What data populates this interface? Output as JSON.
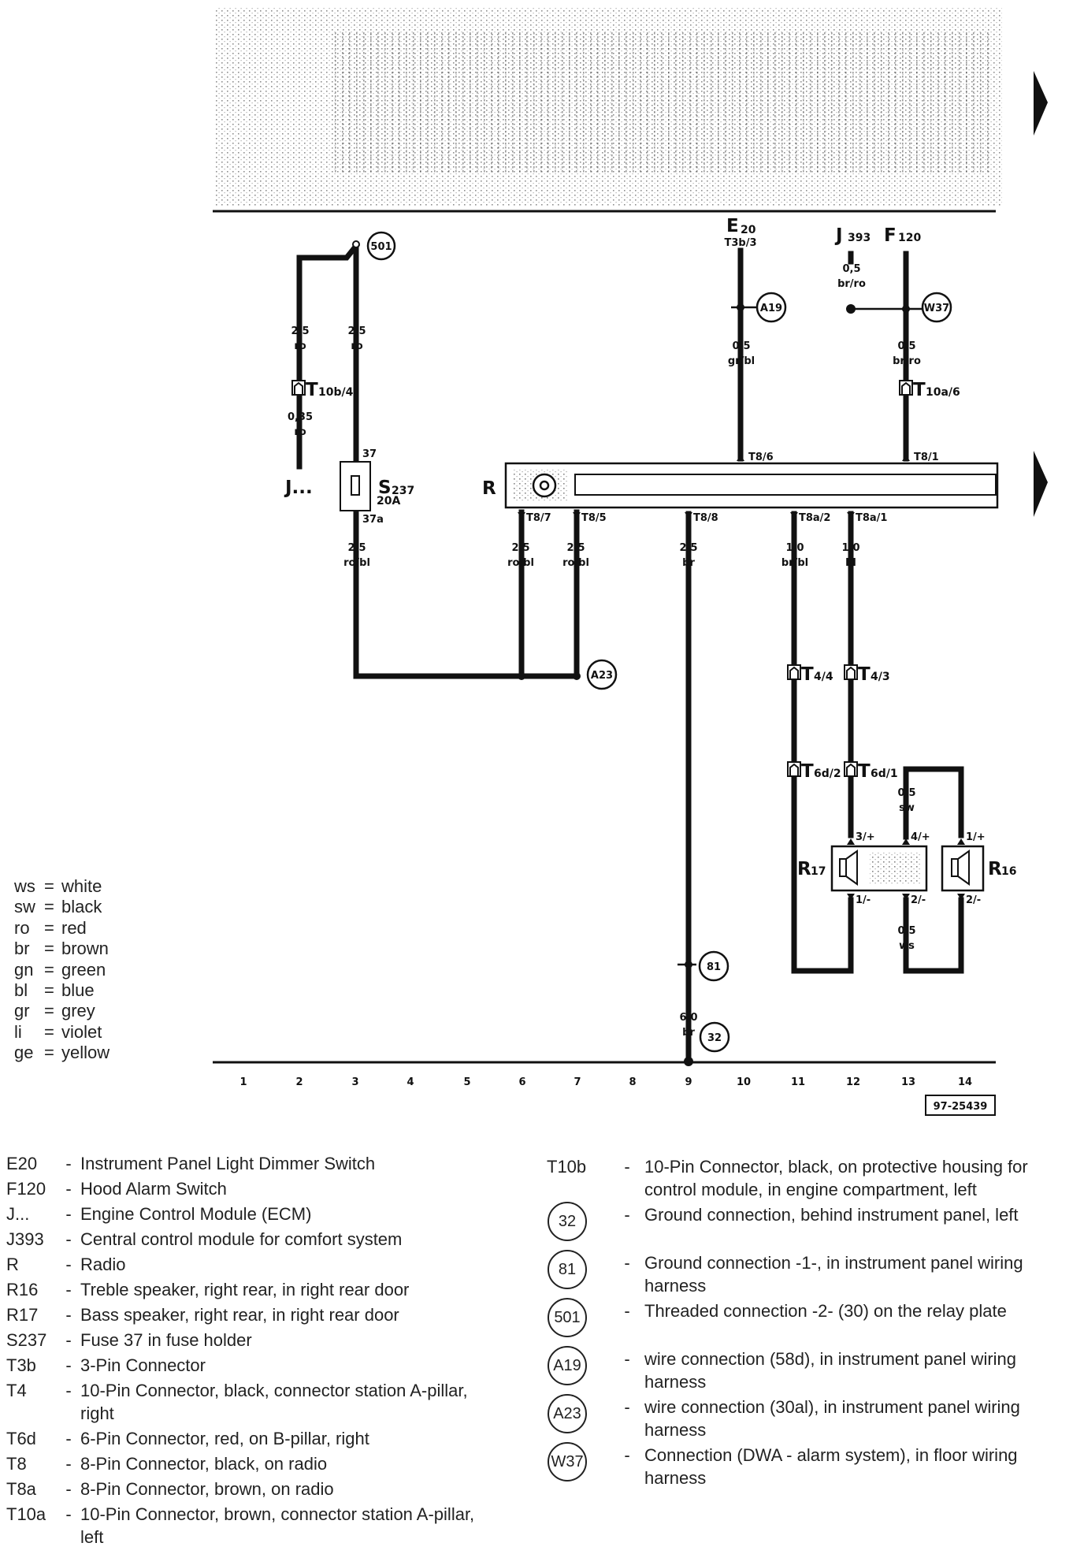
{
  "diagram": {
    "components": {
      "e20": {
        "code": "E",
        "sub": "20",
        "pin": "T3b/3"
      },
      "j393": {
        "code": "J",
        "sub": "393"
      },
      "f120": {
        "code": "F",
        "sub": "120"
      },
      "j_ecm": "J...",
      "r": "R",
      "s237": {
        "code": "S",
        "sub": "237",
        "rating": "20A"
      },
      "r17": {
        "code": "R",
        "sub": "17"
      },
      "r16": {
        "code": "R",
        "sub": "16"
      }
    },
    "connections": {
      "c501": "501",
      "a19": "A19",
      "w37": "W37",
      "a23": "A23",
      "g81": "81",
      "g32": "32"
    },
    "wire_labels": {
      "w1_size": "2,5",
      "w1_color": "ro",
      "w1b_size": "0,35",
      "w1b_color": "ro",
      "w2_size": "2,5",
      "w2_color": "ro",
      "e20_size": "0,5",
      "e20_color": "gr/bl",
      "j393_size": "0,5",
      "j393_color": "br/ro",
      "f120_size": "0,5",
      "f120_color": "br/ro",
      "s237_out_size": "2,5",
      "s237_out_color": "ro/bl",
      "t87_size": "2,5",
      "t87_color": "ro/bl",
      "t85_size": "2,5",
      "t85_color": "ro/bl",
      "t88_size": "2,5",
      "t88_color": "br",
      "t8a2_size": "1,0",
      "t8a2_color": "br/bl",
      "t8a1_size": "1,0",
      "t8a1_color": "bl",
      "sw_size": "0,5",
      "sw_color": "sw",
      "ws_size": "0,5",
      "ws_color": "ws",
      "ground_size": "6,0",
      "ground_color": "br"
    },
    "pin_labels": {
      "t10b4": {
        "code": "T",
        "sub": "10b/4"
      },
      "t10a6": {
        "code": "T",
        "sub": "10a/6"
      },
      "p37": "37",
      "p37a": "37a",
      "t86": "T8/6",
      "t81": "T8/1",
      "t87": "T8/7",
      "t85": "T8/5",
      "t88": "T8/8",
      "t8a2": "T8a/2",
      "t8a1": "T8a/1",
      "t44": {
        "code": "T",
        "sub": "4/4"
      },
      "t43": {
        "code": "T",
        "sub": "4/3"
      },
      "t6d2": {
        "code": "T",
        "sub": "6d/2"
      },
      "t6d1": {
        "code": "T",
        "sub": "6d/1"
      },
      "r17_p3": "3/+",
      "r17_p4": "4/+",
      "r17_p1": "1/-",
      "r17_p2": "2/-",
      "r16_p1": "1/+",
      "r16_p2": "2/-"
    },
    "grid_numbers": [
      "1",
      "2",
      "3",
      "4",
      "5",
      "6",
      "7",
      "8",
      "9",
      "10",
      "11",
      "12",
      "13",
      "14"
    ],
    "ref_code": "97-25439"
  },
  "color_legend": [
    {
      "abbr": "ws",
      "name": "white"
    },
    {
      "abbr": "sw",
      "name": "black"
    },
    {
      "abbr": "ro",
      "name": "red"
    },
    {
      "abbr": "br",
      "name": "brown"
    },
    {
      "abbr": "gn",
      "name": "green"
    },
    {
      "abbr": "bl",
      "name": "blue"
    },
    {
      "abbr": "gr",
      "name": "grey"
    },
    {
      "abbr": "li",
      "name": "violet"
    },
    {
      "abbr": "ge",
      "name": "yellow"
    }
  ],
  "legend_left": [
    {
      "code": "E20",
      "desc": "Instrument Panel Light Dimmer Switch"
    },
    {
      "code": "F120",
      "desc": "Hood Alarm Switch"
    },
    {
      "code": "J...",
      "desc": "Engine Control Module (ECM)"
    },
    {
      "code": "J393",
      "desc": "Central control module for comfort system"
    },
    {
      "code": "R",
      "desc": "Radio"
    },
    {
      "code": "R16",
      "desc": "Treble speaker, right rear, in right rear door"
    },
    {
      "code": "R17",
      "desc": "Bass speaker, right rear, in right rear door"
    },
    {
      "code": "S237",
      "desc": "Fuse 37 in fuse holder"
    },
    {
      "code": "T3b",
      "desc": "3-Pin Connector"
    },
    {
      "code": "T4",
      "desc": "10-Pin Connector, black, connector station A-pillar, right"
    },
    {
      "code": "T6d",
      "desc": "6-Pin Connector, red, on B-pillar, right"
    },
    {
      "code": "T8",
      "desc": "8-Pin Connector, black, on radio"
    },
    {
      "code": "T8a",
      "desc": "8-Pin Connector, brown, on radio"
    },
    {
      "code": "T10a",
      "desc": "10-Pin Connector, brown, connector station A-pillar, left"
    }
  ],
  "legend_right": [
    {
      "code": "T10b",
      "desc": "10-Pin Connector, black, on protective housing for control module, in engine compartment, left",
      "circled": false
    },
    {
      "code": "32",
      "desc": "Ground connection, behind instrument panel, left",
      "circled": true
    },
    {
      "code": "81",
      "desc": "Ground connection -1-, in instrument panel wiring harness",
      "circled": true
    },
    {
      "code": "501",
      "desc": "Threaded connection -2- (30) on the relay plate",
      "circled": true
    },
    {
      "code": "A19",
      "desc": "wire connection (58d), in instrument panel wiring harness",
      "circled": true
    },
    {
      "code": "A23",
      "desc": "wire connection (30al), in instrument panel wiring harness",
      "circled": true
    },
    {
      "code": "W37",
      "desc": "Connection (DWA - alarm system), in floor wiring harness",
      "circled": true
    }
  ]
}
